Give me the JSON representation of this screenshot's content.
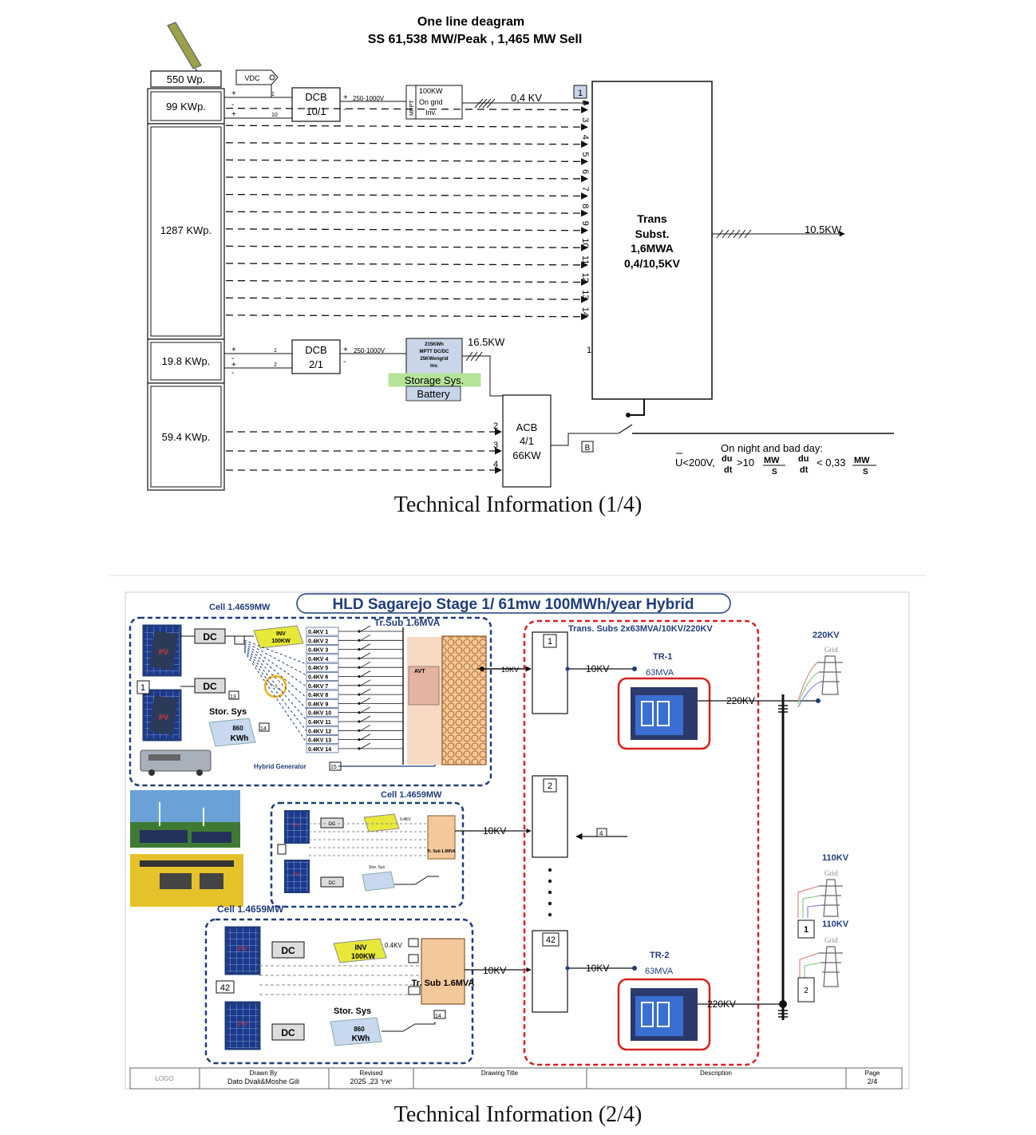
{
  "top": {
    "title_line1": "One line deagram",
    "title_line2": "SS 61,538 MW/Peak , 1,465 MW Sell",
    "panels": [
      "550 Wp.",
      "99 KWp.",
      "1287 KWp.",
      "19.8 KWp.",
      "59.4 KWp."
    ],
    "vdc_label": "VDC",
    "dcb1": {
      "line1": "DCB",
      "line2": "10/1"
    },
    "dcb2": {
      "line1": "DCB",
      "line2": "2/1"
    },
    "voltage_range": "250-1000V",
    "mppt_label": "MPPT",
    "inv1_lines": [
      "100KW",
      "On grid",
      "Inv."
    ],
    "inv2_lines": [
      "215KWh",
      "MPTT DC/DC",
      "25KWongrid",
      "Inv."
    ],
    "storage_label": "Storage Sys.",
    "battery_label": "Battery",
    "kv_04": "0,4 KV",
    "kw_165": "16.5KW",
    "trans": [
      "Trans",
      "Subst.",
      "1,6MWA",
      "0,4/10,5KV"
    ],
    "out_label": "10.5KW",
    "acb": [
      "ACB",
      "4/1",
      "66KW"
    ],
    "b_box": "B",
    "input_numbers": [
      "1",
      "2",
      "3",
      "4",
      "5",
      "6",
      "7",
      "8",
      "9",
      "10",
      "11",
      "12",
      "13",
      "14"
    ],
    "acb_inputs": [
      "2",
      "3",
      "4"
    ],
    "note_title": "On night and bad day:",
    "note_formula_a": "U<200V,",
    "note_formula_b": "du",
    "note_formula_c": "dt",
    "note_formula_d": ">10",
    "note_formula_e": "MW",
    "note_formula_f": "S",
    "note_formula_g": "< 0,33",
    "wire_markers": [
      "+",
      "-",
      "1",
      "10",
      "2"
    ],
    "caption": "Technical Information (1/4)"
  },
  "bottom": {
    "hld_title": "HLD  Sagarejo Stage 1/ 61mw 100MWh/year Hybrid",
    "cell_label": "Cell 1.4659MW",
    "tr_sub": "Tr.Sub 1.6MVA",
    "tr_sub_small": "Tr. Sub 1.6MVA",
    "trans_subs": "Trans. Subs 2x63MVA/10KV/220KV",
    "dc": "DC",
    "inv": [
      "INV",
      "100KW"
    ],
    "kv04": "0.4KV",
    "bus_labels": [
      "0.4KV 1",
      "0.4KV 2",
      "0.4KV 3",
      "0.4KV 4",
      "0.4KV 5",
      "0.4KV 6",
      "0.4KV 7",
      "0.4KV 8",
      "0.4KV 9",
      "0.4KV 10",
      "0.4KV 11",
      "0.4KV 12",
      "0.4KV 13",
      "0.4KV 14"
    ],
    "bus_last": "15",
    "stor_sys": "Stor. Sys",
    "stor_kwh": [
      "860",
      "KWh"
    ],
    "num_14": "14",
    "num_13": "13",
    "num_1": "1",
    "num_2": "2",
    "num_4": "4",
    "num_42": "42",
    "pv": "PV",
    "avt": "AVT",
    "hybrid_gen": "Hybrid Generator",
    "kv10": "10KV",
    "kv220": "220KV",
    "tr1": [
      "TR-1",
      "63MVA"
    ],
    "tr2": [
      "TR-2",
      "63MVA"
    ],
    "grid220": [
      "220KV",
      "Grid"
    ],
    "grid110a": [
      "110KV",
      "Grid"
    ],
    "grid110b": [
      "110KV",
      "Grid"
    ],
    "footer": {
      "logo": "LOGO",
      "drawn_by_h": "Drawn By",
      "drawn_by_v": "Dato Dvali&Moshe Gili",
      "revised_h": "Revised",
      "revised_v": "יאיר 23, 2025",
      "drawing_title_h": "Drawing Title",
      "description_h": "Description",
      "page_h": "Page",
      "page_v": "2/4"
    },
    "caption": "Technical Information (2/4)"
  }
}
